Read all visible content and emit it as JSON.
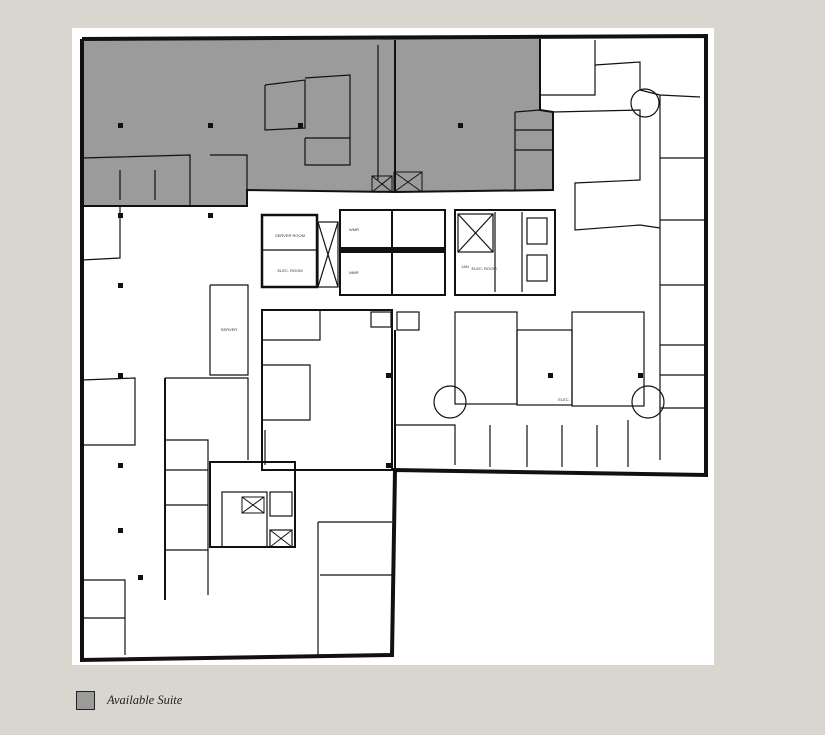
{
  "legend": {
    "label": "Available Suite",
    "swatch_color": "#9b9b9b"
  },
  "colors": {
    "background": "#d9d5cf",
    "plan_background": "#ffffff",
    "available_suite": "#9b9b9b",
    "walls": "#111111"
  },
  "rooms": {
    "server_room": "SERVER ROOM",
    "elec_room_1": "ELEC. ROOM",
    "washroom_1": "WMR",
    "washroom_2": "MMR",
    "jan": "JAN",
    "elec_room_2": "ELEC. ROOM",
    "server": "SERVER",
    "elec": "ELEC."
  }
}
